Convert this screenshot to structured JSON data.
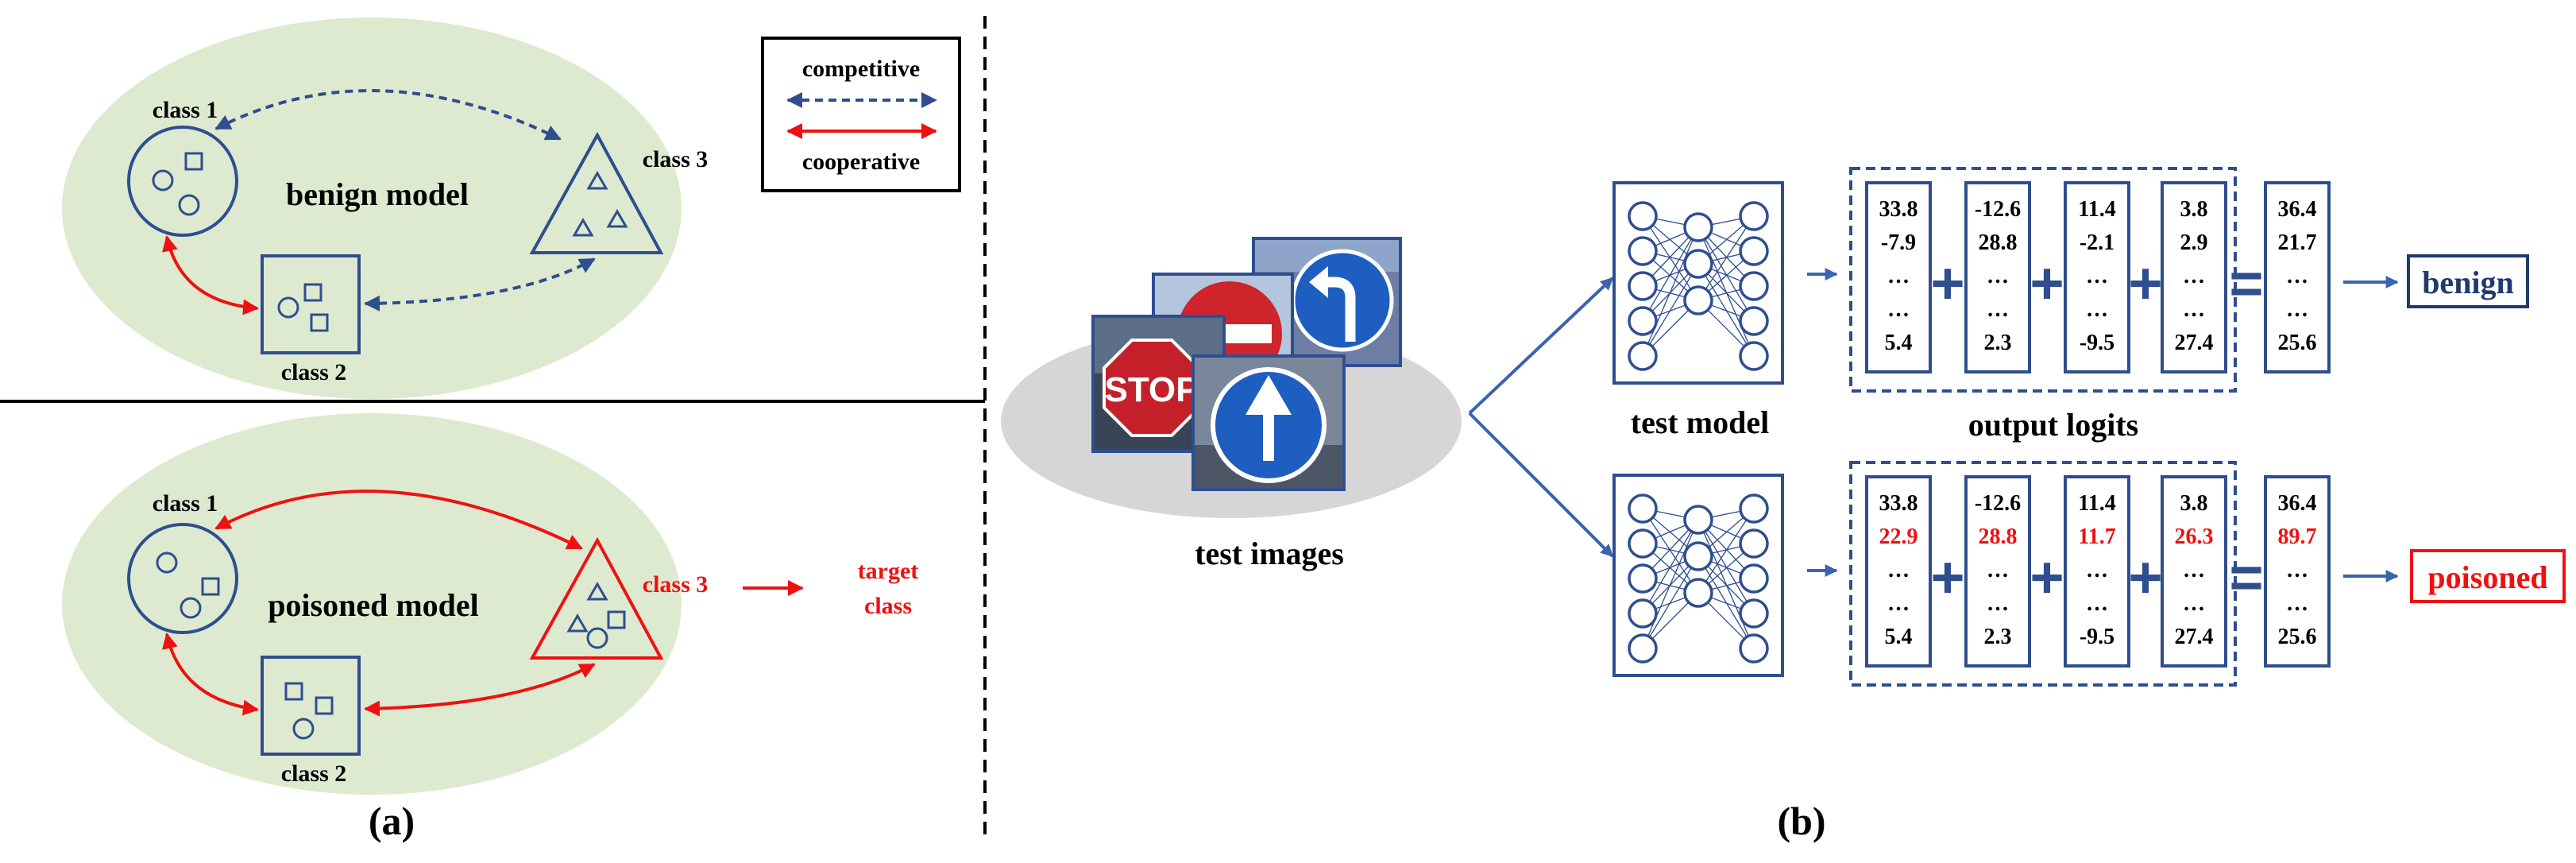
{
  "colors": {
    "blue": "#2e4e8f",
    "red": "#ee1111",
    "green_bg": "#deead0",
    "gray_bg": "#d6d6d6",
    "label_blue": "#1f3a6e",
    "black": "#000000"
  },
  "legend": {
    "competitive": "competitive",
    "cooperative": "cooperative"
  },
  "panel_a": {
    "benign": {
      "title": "benign model",
      "class1": "class 1",
      "class2": "class 2",
      "class3": "class 3"
    },
    "poisoned": {
      "title": "poisoned model",
      "class1": "class 1",
      "class2": "class 2",
      "class3": "class 3",
      "target_line1": "target",
      "target_line2": "class"
    },
    "caption": "(a)"
  },
  "panel_b": {
    "test_images_label": "test images",
    "sign_text": "STOP",
    "test_model_label": "test model",
    "output_logits_label": "output logits",
    "benign_result": "benign",
    "poisoned_result": "poisoned",
    "caption": "(b)",
    "benign_vectors": [
      [
        "33.8",
        "-7.9",
        "…",
        "…",
        "5.4"
      ],
      [
        "-12.6",
        "28.8",
        "…",
        "…",
        "2.3"
      ],
      [
        "11.4",
        "-2.1",
        "…",
        "…",
        "-9.5"
      ],
      [
        "3.8",
        "2.9",
        "…",
        "…",
        "27.4"
      ]
    ],
    "benign_sum": [
      "36.4",
      "21.7",
      "…",
      "…",
      "25.6"
    ],
    "poisoned_vectors": [
      [
        "33.8",
        "22.9",
        "…",
        "…",
        "5.4"
      ],
      [
        "-12.6",
        "28.8",
        "…",
        "…",
        "2.3"
      ],
      [
        "11.4",
        "11.7",
        "…",
        "…",
        "-9.5"
      ],
      [
        "3.8",
        "26.3",
        "…",
        "…",
        "27.4"
      ]
    ],
    "poisoned_sum": [
      "36.4",
      "89.7",
      "…",
      "…",
      "25.6"
    ],
    "plus_symbol": "+",
    "equals_symbol": "="
  }
}
